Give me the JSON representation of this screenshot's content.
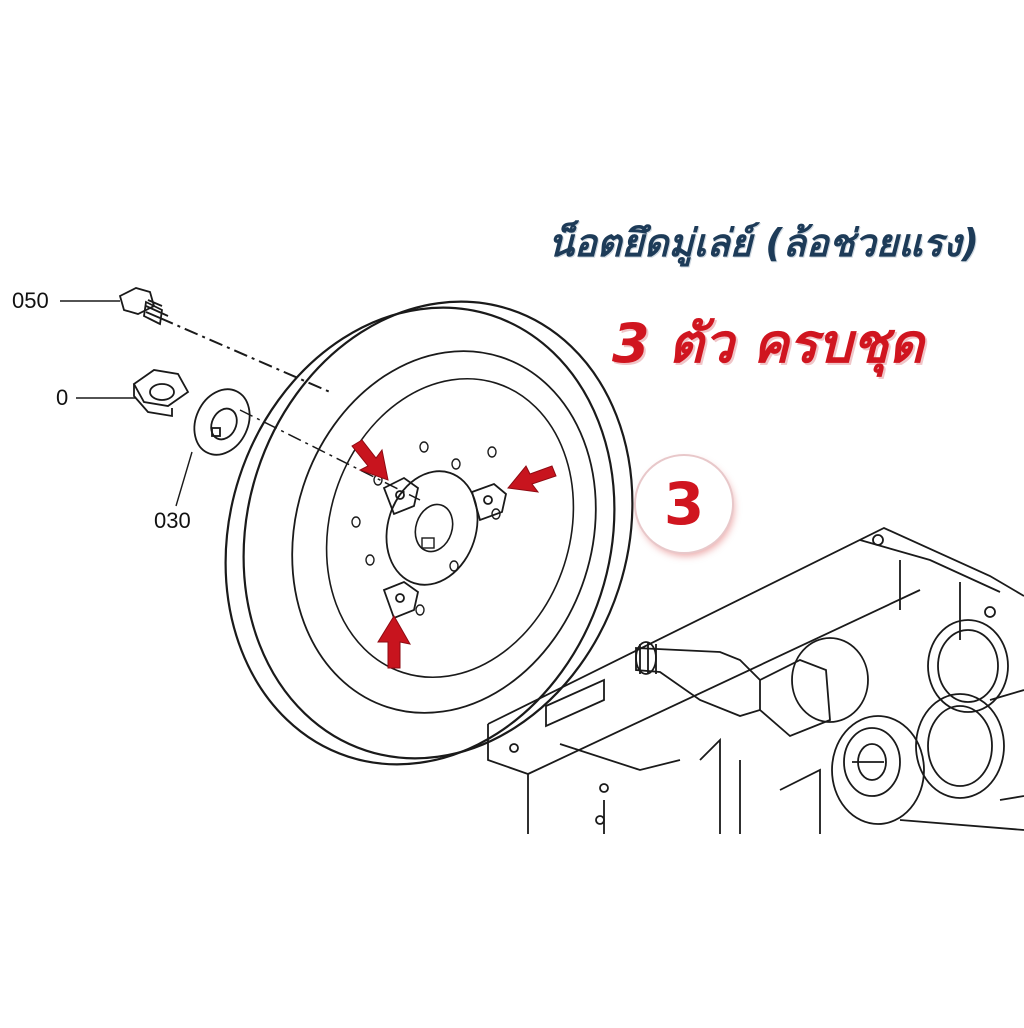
{
  "heading": {
    "line1": "น็อตยึดมู่เล่ย์ (ล้อช่วยแรง)",
    "line2": "3 ตัว ครบชุด"
  },
  "badge": {
    "number": "3"
  },
  "callouts": {
    "bolt": "050",
    "nut": "0",
    "washer": "030"
  },
  "arrows": {
    "count": 3,
    "color": "#c8141e",
    "icon": "red-pointer-arrow"
  },
  "colors": {
    "heading_dark": "#1d3b58",
    "accent_red": "#d0151f",
    "line_art": "#1a1a1a"
  }
}
